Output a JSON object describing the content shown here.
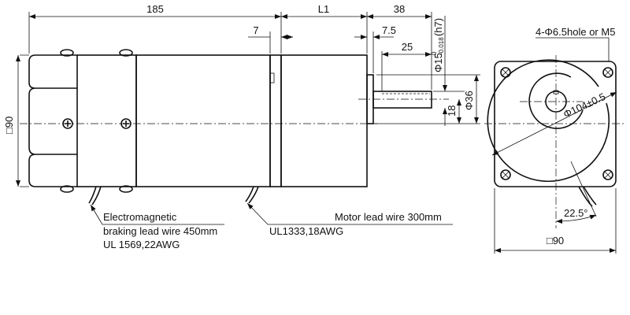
{
  "dimensions": {
    "overall_length": "185",
    "gearhead_length": "L1",
    "shaft_length": "38",
    "flange_offset": "7",
    "shaft_step": "7.5",
    "key_length": "25",
    "shaft_diameter": "Φ15",
    "shaft_tolerance_upper": "0",
    "shaft_tolerance_lower": "-0.018",
    "shaft_fit": "(h7)",
    "boss_diameter": "Φ36",
    "shaft_offset": "18",
    "body_height": "□90",
    "flange_width": "□90",
    "pcd": "Φ104±0.5",
    "mount_holes": "4-Φ6.5hole or M5",
    "wire_angle": "22.5°"
  },
  "labels": {
    "brake_wire_line1": "Electromagnetic",
    "brake_wire_line2": "braking lead wire 450mm",
    "brake_wire_line3": "UL 1569,22AWG",
    "motor_wire_line1": "Motor lead wire 300mm",
    "motor_wire_line2": "UL1333,18AWG"
  }
}
